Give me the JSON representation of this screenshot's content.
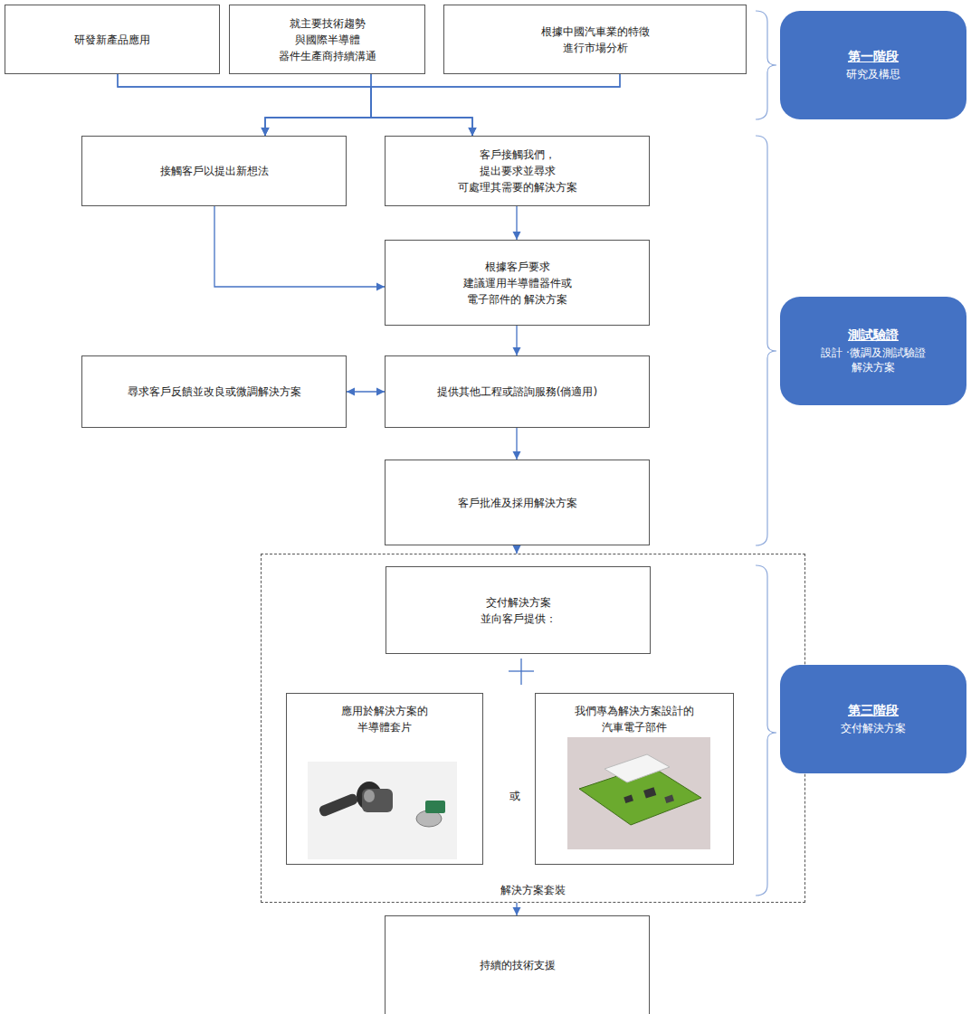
{
  "diagram": {
    "nodes": [
      {
        "text": [
          "研發新產品應用"
        ]
      },
      {
        "text": [
          "就主要技術趨勢 與國際半導體 器件生產商持續溝通"
        ]
      },
      {
        "text": [
          "根據中國汽車業的特徵 進行市場分析"
        ]
      },
      {
        "text": [
          "第一階段",
          "研究及構思"
        ]
      },
      {
        "text": [
          "接觸客戶以提出新想法"
        ]
      },
      {
        "text": [
          "客戶接觸我們， 提出要求並尋求 可處理其需要的解決方案"
        ]
      },
      {
        "text": [
          "根據客戶要求 建議運用半導體器件或 電子部件的 解決方案"
        ]
      },
      {
        "text": [
          "測試驗證",
          "設計 ·微調及測試驗證 解決方案"
        ]
      },
      {
        "text": [
          "尋求客戶反饋並改良或微調解決方案"
        ]
      },
      {
        "text": [
          "提供其他工程或諮詢服務(倘適用)"
        ]
      },
      {
        "text": [
          "客戶批准及採用解決方案"
        ]
      },
      {
        "text": [
          "解決方案套裝"
        ]
      },
      {
        "text": [
          "交付解決方案 並向客戶提供："
        ],
        "in": 11
      },
      {
        "text": [
          "應用於解決方案的 半導體套片"
        ],
        "in": 11
      },
      {
        "text": [
          "我們專為解決方案設計的 汽車電子部件"
        ],
        "in": 11
      },
      {
        "text": [
          "第三階段",
          "交付解決方案"
        ]
      },
      {
        "text": [
          "持續的技術支援"
        ]
      }
    ],
    "edges": [
      {
        "from": 0,
        "to": 4,
        "arrow": "to"
      },
      {
        "from": 0,
        "to": 5,
        "arrow": "to"
      },
      {
        "from": 1,
        "to": 4,
        "arrow": "to"
      },
      {
        "from": 1,
        "to": 5,
        "arrow": "to"
      },
      {
        "from": 2,
        "to": 4,
        "arrow": "to"
      },
      {
        "from": 2,
        "to": 5,
        "arrow": "to"
      },
      {
        "from": 4,
        "to": 6,
        "arrow": "to"
      },
      {
        "from": 5,
        "to": 6,
        "arrow": "to"
      },
      {
        "from": 6,
        "to": 9,
        "arrow": "to"
      },
      {
        "from": 8,
        "to": 9,
        "arrow": "both"
      },
      {
        "from": 9,
        "to": 10,
        "arrow": "to"
      },
      {
        "from": 10,
        "to": 11,
        "arrow": "to"
      },
      {
        "from": 11,
        "to": 16,
        "arrow": "to"
      }
    ],
    "labels": [
      "或"
    ]
  }
}
